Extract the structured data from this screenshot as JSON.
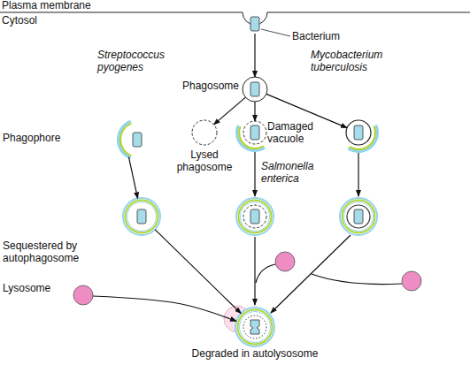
{
  "diagram": {
    "nodes": [
      {
        "text": [
          "Bacterium"
        ]
      },
      {
        "text": [
          "Phagosome"
        ]
      },
      {
        "text": [
          "Lysed phagosome"
        ]
      },
      {
        "text": [
          "Damaged vacuole",
          "Salmonella enterica"
        ]
      },
      {
        "text": [
          "Mycobacterium tuberculosis"
        ]
      },
      {
        "text": [
          "Streptococcus pyogenes",
          "Phagophore"
        ]
      },
      {
        "text": [
          "Sequestered by autophagosome"
        ]
      },
      {
        "text": [
          "Lysosome"
        ]
      },
      {
        "text": [
          "Degraded in autolysosome"
        ]
      }
    ],
    "edges": [
      {
        "from": 0,
        "to": 1,
        "arrow": "to"
      },
      {
        "from": 1,
        "to": 2,
        "arrow": "to"
      },
      {
        "from": 1,
        "to": 3,
        "arrow": "to"
      },
      {
        "from": 1,
        "to": 4,
        "arrow": "to"
      },
      {
        "from": 5,
        "to": 6,
        "arrow": "to"
      },
      {
        "from": 6,
        "to": 8,
        "arrow": "to"
      },
      {
        "from": 7,
        "to": 8,
        "arrow": "to"
      }
    ],
    "labels": [
      "Plasma membrane",
      "Cytosol"
    ]
  }
}
